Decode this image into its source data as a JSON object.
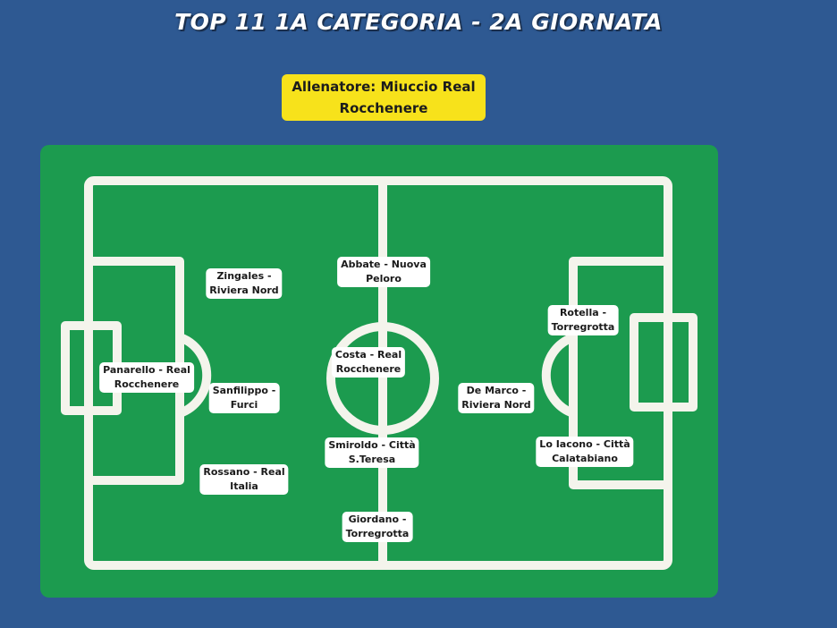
{
  "title": "TOP 11 1A CATEGORIA - 2A GIORNATA",
  "coach": {
    "line1": "Allenatore: Miuccio Real",
    "line2": "Rocchenere"
  },
  "colors": {
    "background": "#2e5992",
    "pitch": "#1c9b4f",
    "lines": "#f4f4ec",
    "coach_badge": "#f7e21b",
    "player_label": "#ffffff"
  },
  "players": {
    "goalkeeper": {
      "line1": "Panarello - Real",
      "line2": "Rocchenere"
    },
    "def_top": {
      "line1": "Zingales -",
      "line2": "Riviera Nord"
    },
    "def_mid": {
      "line1": "Sanfilippo -",
      "line2": "Furci"
    },
    "def_bottom": {
      "line1": "Rossano - Real",
      "line2": "Italia"
    },
    "mid_top": {
      "line1": "Abbate - Nuova",
      "line2": "Peloro"
    },
    "mid_center": {
      "line1": "Costa - Real",
      "line2": "Rocchenere"
    },
    "mid_lower": {
      "line1": "Smiroldo - Città",
      "line2": "S.Teresa"
    },
    "mid_bottom": {
      "line1": "Giordano -",
      "line2": "Torregrotta"
    },
    "fwd_center": {
      "line1": "De Marco -",
      "line2": "Riviera Nord"
    },
    "fwd_top": {
      "line1": "Rotella -",
      "line2": "Torregrotta"
    },
    "fwd_bottom": {
      "line1": "Lo Iacono - Città",
      "line2": "Calatabiano"
    }
  }
}
